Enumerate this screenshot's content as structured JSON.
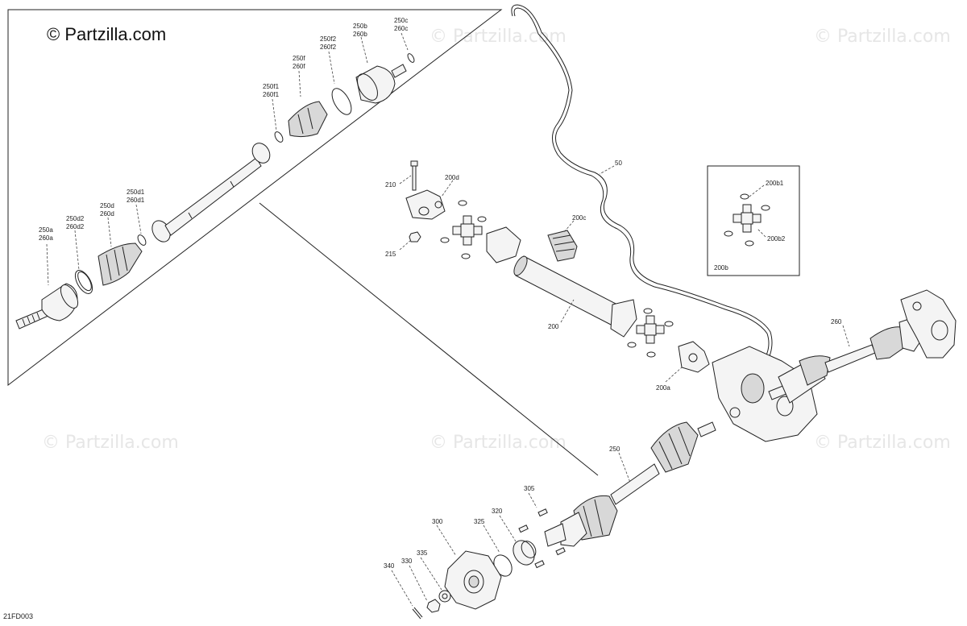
{
  "watermark": "© Partzilla.com",
  "copyright": "© Partzilla.com",
  "diagram_code": "21FD003",
  "colors": {
    "line": "#222222",
    "watermark": "#e6e6e6",
    "background": "#ffffff"
  },
  "inset_label": "200b",
  "callouts": {
    "250a": [
      "250a",
      "260a"
    ],
    "250d2": [
      "250d2",
      "260d2"
    ],
    "250d": [
      "250d",
      "260d"
    ],
    "250d1": [
      "250d1",
      "260d1"
    ],
    "250f1": [
      "250f1",
      "260f1"
    ],
    "250f": [
      "250f",
      "260f"
    ],
    "250f2": [
      "250f2",
      "260f2"
    ],
    "250b": [
      "250b",
      "260b"
    ],
    "250c": [
      "250c",
      "260c"
    ],
    "210": "210",
    "200d": "200d",
    "215": "215",
    "200c": "200c",
    "50": "50",
    "200": "200",
    "200a": "200a",
    "200b1": "200b1",
    "200b2": "200b2",
    "260": "260",
    "250": "250",
    "305": "305",
    "300": "300",
    "325": "325",
    "320": "320",
    "335": "335",
    "330": "330",
    "340": "340"
  }
}
